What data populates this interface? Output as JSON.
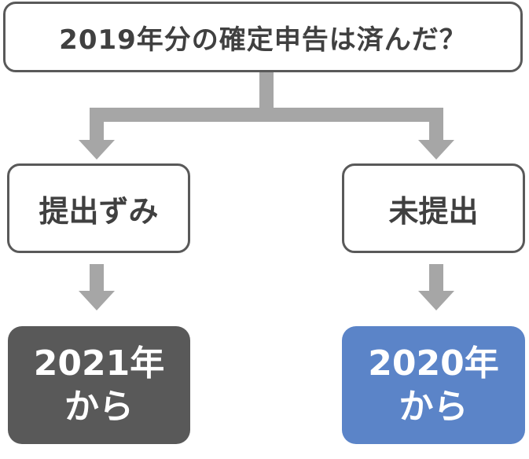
{
  "question": {
    "text": "2019年分の確定申告は済んだ？"
  },
  "branches": [
    {
      "label": "提出ずみ",
      "result": {
        "line1": "2021年",
        "line2": "から"
      },
      "result_color": "#595959"
    },
    {
      "label": "未提出",
      "result": {
        "line1": "2020年",
        "line2": "から"
      },
      "result_color": "#5b84c8"
    }
  ],
  "colors": {
    "arrow": "#a6a6a6",
    "box_border": "#595959",
    "box_text": "#404040"
  }
}
